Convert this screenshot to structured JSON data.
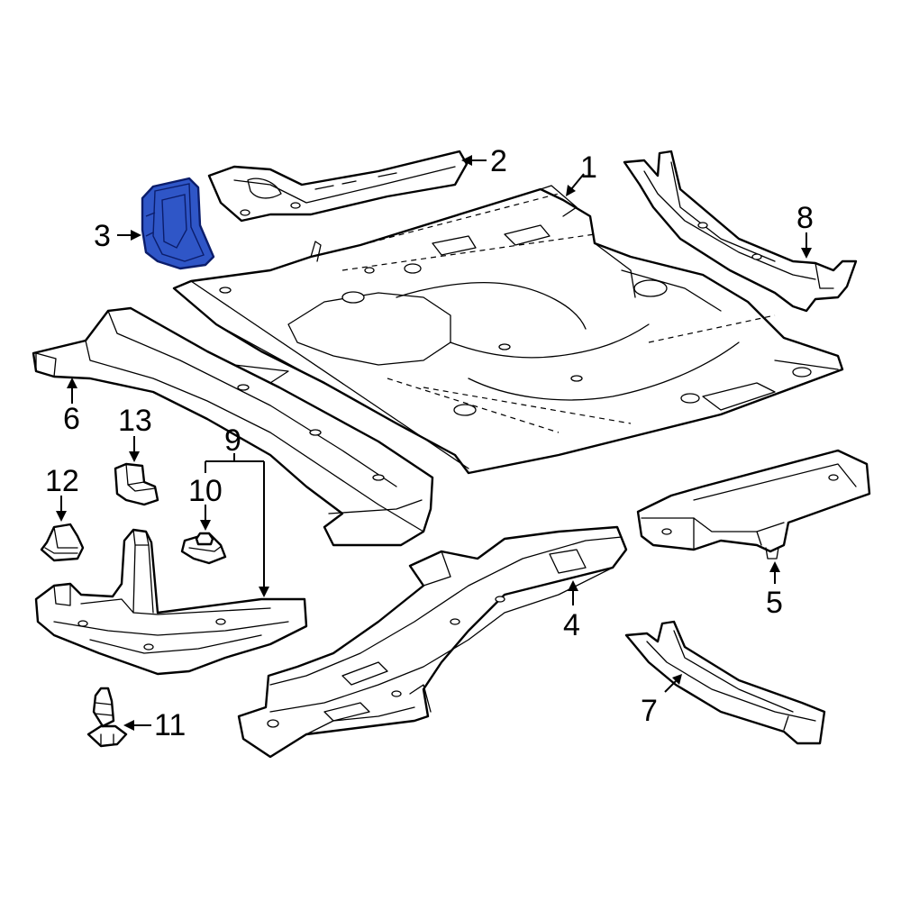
{
  "diagram": {
    "colors": {
      "line": "#000000",
      "background": "#ffffff",
      "highlight_fill": "#2f56c7",
      "highlight_stroke": "#0b1d6b"
    },
    "highlighted_part": "3",
    "callouts": {
      "c1": "1",
      "c2": "2",
      "c3": "3",
      "c4": "4",
      "c5": "5",
      "c6": "6",
      "c7": "7",
      "c8": "8",
      "c9": "9",
      "c10": "10",
      "c11": "11",
      "c12": "12",
      "c13": "13"
    }
  }
}
